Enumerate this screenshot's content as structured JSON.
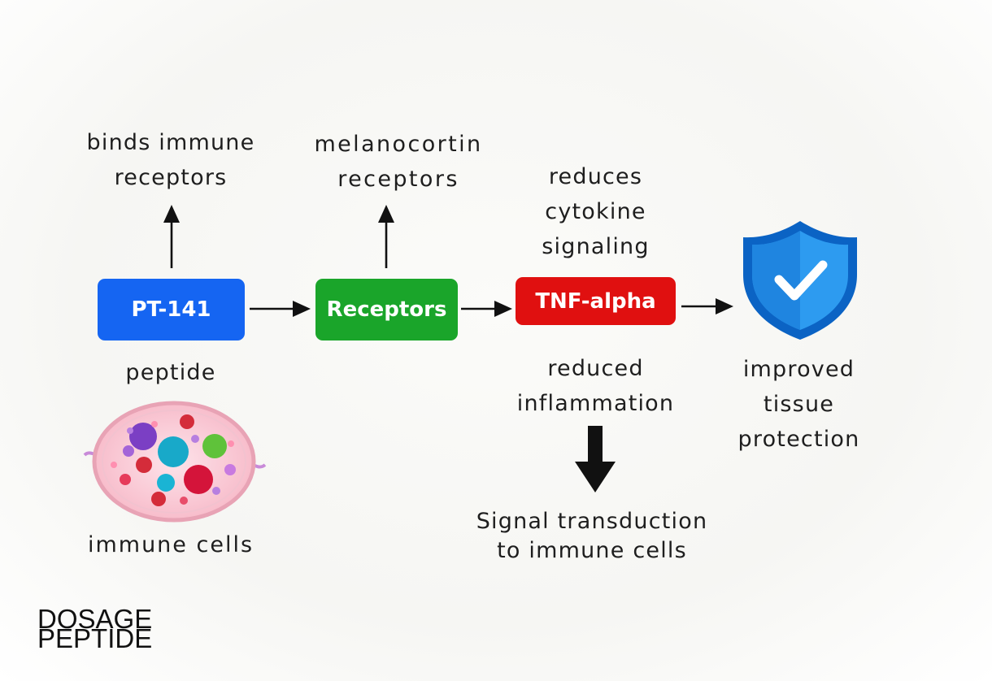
{
  "nodes": {
    "pt141": {
      "label": "PT-141",
      "color": "#1565f2"
    },
    "receptors": {
      "label": "Receptors",
      "color": "#1aa52a"
    },
    "tnf": {
      "label": "TNF-alpha",
      "color": "#e01010"
    }
  },
  "labels": {
    "binds": "binds immune\nreceptors",
    "melanocortin": "melanocortin\nreceptors",
    "reduces": "reduces\ncytokine\nsignaling",
    "peptide": "peptide",
    "immune_cells": "immune cells",
    "reduced": "reduced\ninflammation",
    "improved": "improved\ntissue\nprotection",
    "signal": "Signal transduction\nto immune cells"
  },
  "watermark": {
    "line1": "DOSAGE",
    "line2": "PEPTIDE"
  },
  "colors": {
    "shield_outer": "#0b63c4",
    "shield_inner": "#2d9bf0",
    "arrow": "#111111"
  }
}
